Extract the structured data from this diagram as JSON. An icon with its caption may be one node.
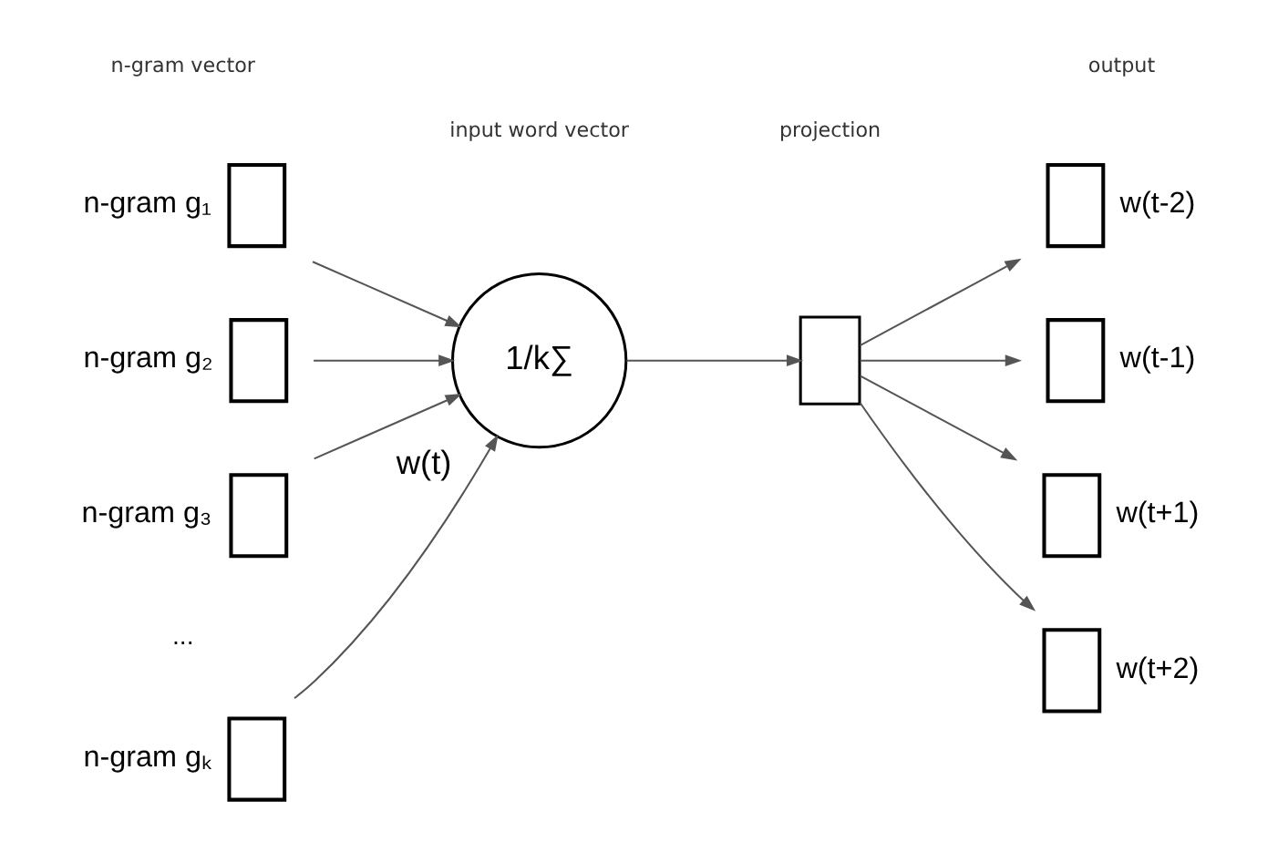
{
  "diagram": {
    "nodes": [
      {
        "text": [],
        "shape": "box",
        "beside": [
          "n-gram g₁"
        ]
      },
      {
        "text": [],
        "shape": "box",
        "beside": [
          "n-gram g₂"
        ]
      },
      {
        "text": [],
        "shape": "box",
        "beside": [
          "n-gram g₃"
        ]
      },
      {
        "text": [],
        "shape": "box",
        "beside": [
          "n-gram gₖ"
        ]
      },
      {
        "text": [
          "1/k∑"
        ],
        "beside": [
          "w(t)"
        ]
      },
      {
        "text": [],
        "shape": "box"
      },
      {
        "text": [],
        "shape": "box",
        "beside": [
          "w(t-2)"
        ]
      },
      {
        "text": [],
        "shape": "box",
        "beside": [
          "w(t-1)"
        ]
      },
      {
        "text": [],
        "shape": "box",
        "beside": [
          "w(t+1)"
        ]
      },
      {
        "text": [],
        "shape": "box",
        "beside": [
          "w(t+2)"
        ]
      }
    ],
    "edges": [
      {
        "from": 0,
        "to": 4,
        "arrow": "to"
      },
      {
        "from": 1,
        "to": 4,
        "arrow": "to"
      },
      {
        "from": 2,
        "to": 4,
        "arrow": "to"
      },
      {
        "from": 3,
        "to": 4,
        "arrow": "to"
      },
      {
        "from": 4,
        "to": 5,
        "arrow": "to"
      },
      {
        "from": 5,
        "to": 6,
        "arrow": "to"
      },
      {
        "from": 5,
        "to": 7,
        "arrow": "to"
      },
      {
        "from": 5,
        "to": 8,
        "arrow": "to"
      },
      {
        "from": 5,
        "to": 9,
        "arrow": "to"
      }
    ],
    "labels": [
      "n-gram vector",
      "input word vector",
      "projection",
      "output",
      "..."
    ]
  }
}
